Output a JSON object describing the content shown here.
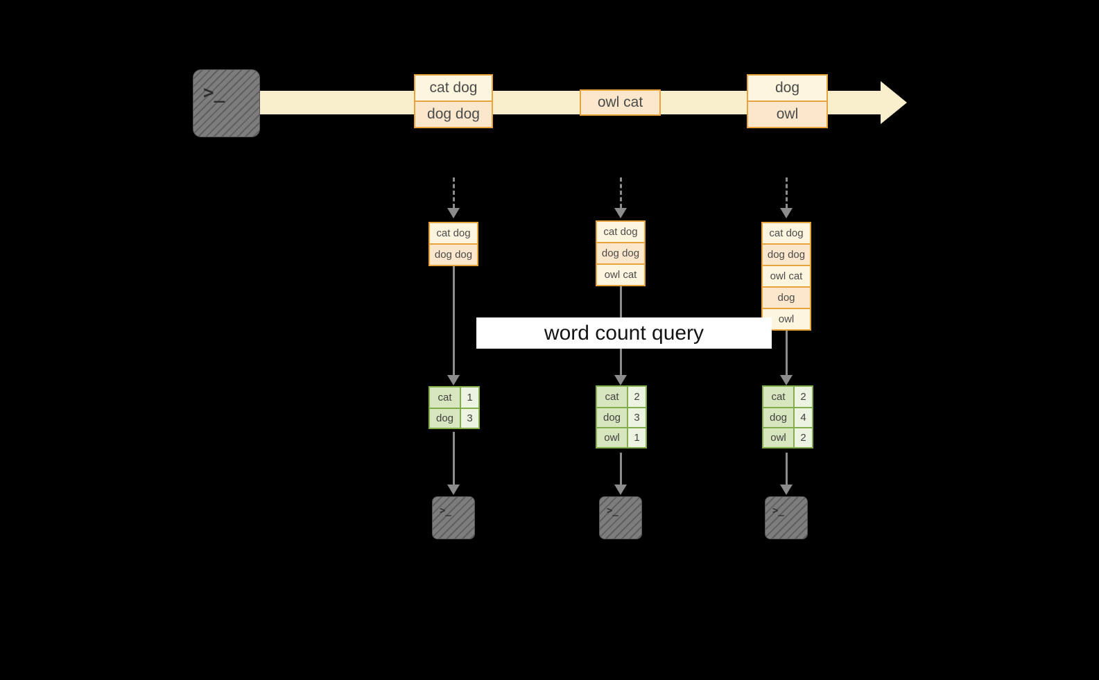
{
  "diagram": {
    "query_label": "word count query",
    "terminal_glyph": ">_",
    "stream_batches": [
      {
        "rows": [
          "cat dog",
          "dog dog"
        ]
      },
      {
        "rows": [
          "owl cat"
        ]
      },
      {
        "rows": [
          "dog",
          "owl"
        ]
      }
    ],
    "snapshots": [
      {
        "rows": [
          "cat dog",
          "dog dog"
        ]
      },
      {
        "rows": [
          "cat dog",
          "dog dog",
          "owl cat"
        ]
      },
      {
        "rows": [
          "cat dog",
          "dog dog",
          "owl cat",
          "dog",
          "owl"
        ]
      }
    ],
    "results": [
      {
        "rows": [
          [
            "cat",
            "1"
          ],
          [
            "dog",
            "3"
          ]
        ]
      },
      {
        "rows": [
          [
            "cat",
            "2"
          ],
          [
            "dog",
            "3"
          ],
          [
            "owl",
            "1"
          ]
        ]
      },
      {
        "rows": [
          [
            "cat",
            "2"
          ],
          [
            "dog",
            "4"
          ],
          [
            "owl",
            "2"
          ]
        ]
      }
    ]
  },
  "colors": {
    "background": "#000000",
    "stream_band": "#f9efcd",
    "orange_border": "#e8a33d",
    "cream_fill": "#fdf5dd",
    "peach_fill": "#fbe7cc",
    "green_border": "#7fae4a",
    "green_fill": "#d7e6bf",
    "green_fill_light": "#ecf3e0",
    "arrow_gray": "#8c8c8c",
    "terminal_gray": "#7d7d7d",
    "query_banner_bg": "#ffffff"
  }
}
